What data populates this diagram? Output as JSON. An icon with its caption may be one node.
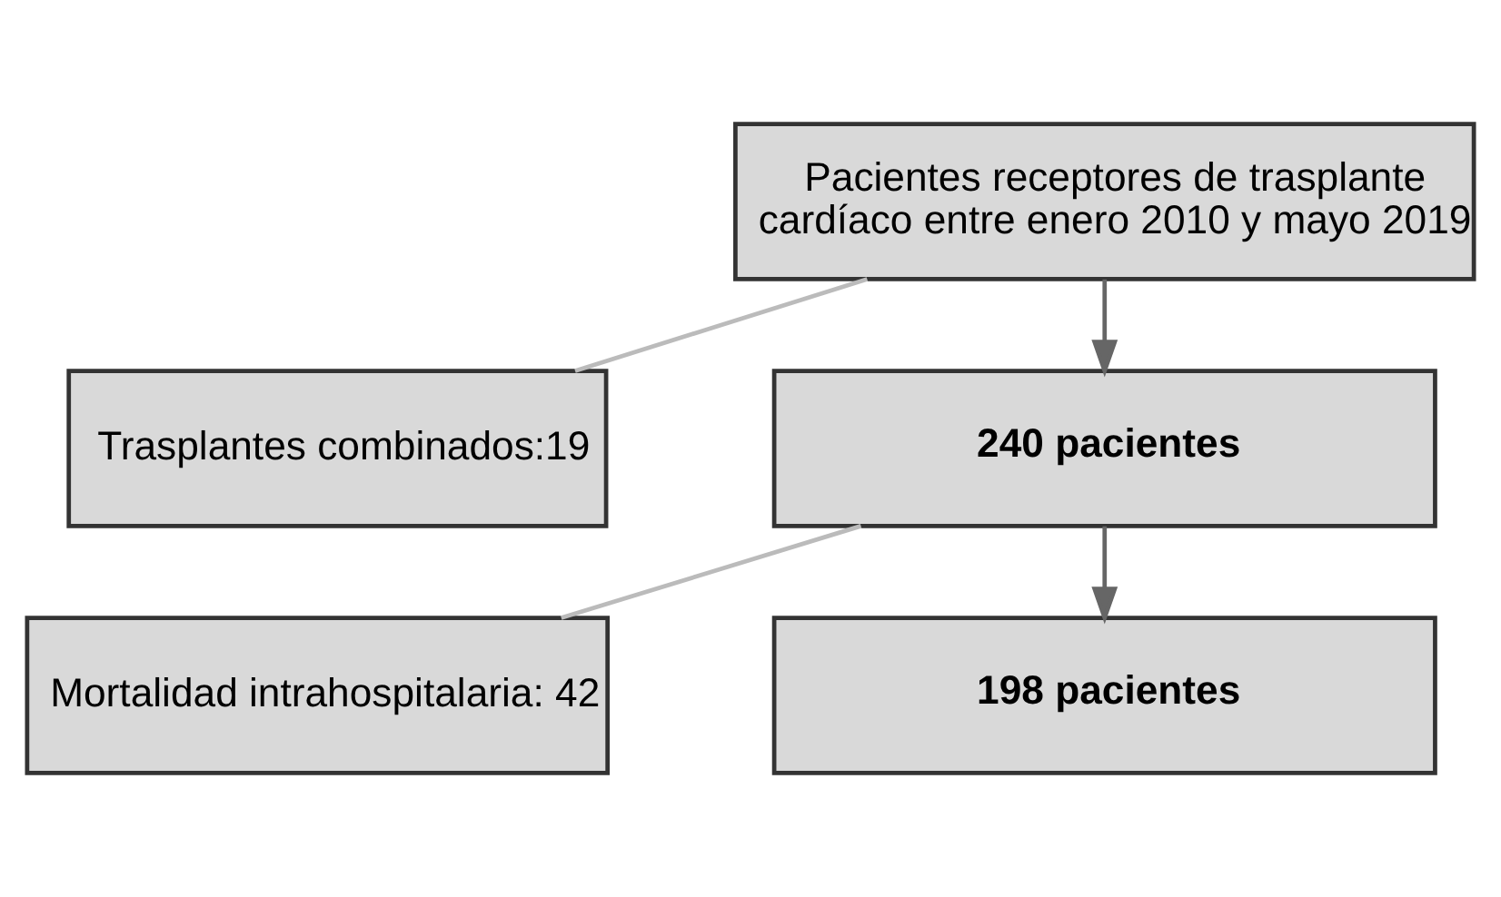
{
  "diagram": {
    "nodes": [
      {
        "text": [
          "Pacientes receptores de trasplante cardíaco entre enero 2010 y mayo 2019"
        ]
      },
      {
        "text": [
          "Trasplantes combinados:19"
        ]
      },
      {
        "text": [
          "240 pacientes"
        ]
      },
      {
        "text": [
          "Mortalidad intrahospitalaria: 42"
        ]
      },
      {
        "text": [
          "198 pacientes"
        ]
      }
    ],
    "edges": [
      {
        "from": 0,
        "to": 2,
        "arrow": "to"
      },
      {
        "from": 0,
        "to": 1,
        "arrow": "none",
        "color": "#bbbbbb"
      },
      {
        "from": 2,
        "to": 4,
        "arrow": "to"
      },
      {
        "from": 2,
        "to": 3,
        "arrow": "none",
        "color": "#bbbbbb"
      }
    ]
  }
}
